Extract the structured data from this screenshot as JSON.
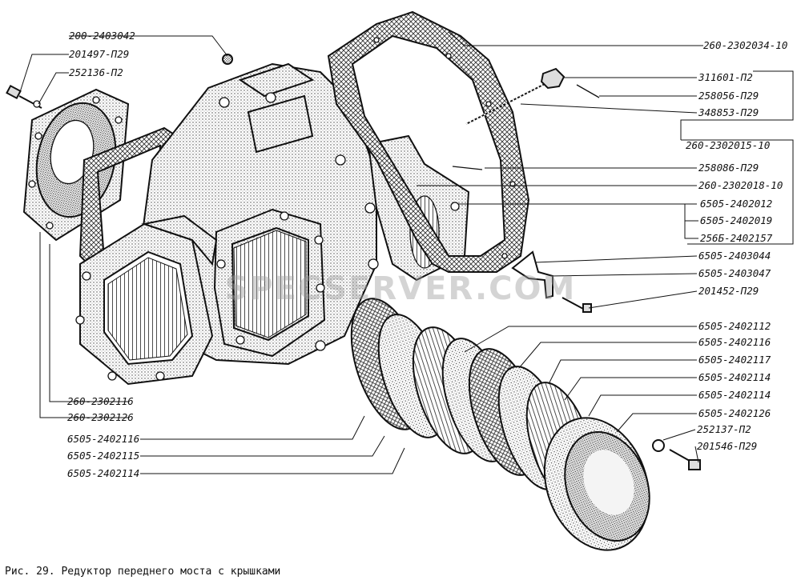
{
  "watermark": "SPECSERVER.COM",
  "caption": "Рис. 29. Редуктор переднего моста с крышками",
  "callouts": [
    {
      "id": "c1",
      "text": "200-2403042"
    },
    {
      "id": "c2",
      "text": "201497-П29"
    },
    {
      "id": "c3",
      "text": "252136-П2"
    },
    {
      "id": "c4",
      "text": "260-2302034-10"
    },
    {
      "id": "c5",
      "text": "311601-П2"
    },
    {
      "id": "c6",
      "text": "258056-П29"
    },
    {
      "id": "c7",
      "text": "348853-П29"
    },
    {
      "id": "c8",
      "text": "260-2302015-10"
    },
    {
      "id": "c9",
      "text": "258086-П29"
    },
    {
      "id": "c10",
      "text": "260-2302018-10"
    },
    {
      "id": "c11",
      "text": "6505-2402012"
    },
    {
      "id": "c12",
      "text": "6505-2402019"
    },
    {
      "id": "c13",
      "text": "256Б-2402157"
    },
    {
      "id": "c14",
      "text": "6505-2403044"
    },
    {
      "id": "c15",
      "text": "6505-2403047"
    },
    {
      "id": "c16",
      "text": "201452-П29"
    },
    {
      "id": "c17",
      "text": "6505-2402112"
    },
    {
      "id": "c18",
      "text": "6505-2402116"
    },
    {
      "id": "c19",
      "text": "6505-2402117"
    },
    {
      "id": "c20",
      "text": "6505-2402114"
    },
    {
      "id": "c21",
      "text": "6505-2402114"
    },
    {
      "id": "c22",
      "text": "6505-2402126"
    },
    {
      "id": "c23",
      "text": "252137-П2"
    },
    {
      "id": "c24",
      "text": "201546-П29"
    },
    {
      "id": "c25",
      "text": "260-2302116"
    },
    {
      "id": "c26",
      "text": "260-2302126"
    },
    {
      "id": "c27",
      "text": "6505-2402116"
    },
    {
      "id": "c28",
      "text": "6505-2402115"
    },
    {
      "id": "c29",
      "text": "6505-2402114"
    }
  ]
}
